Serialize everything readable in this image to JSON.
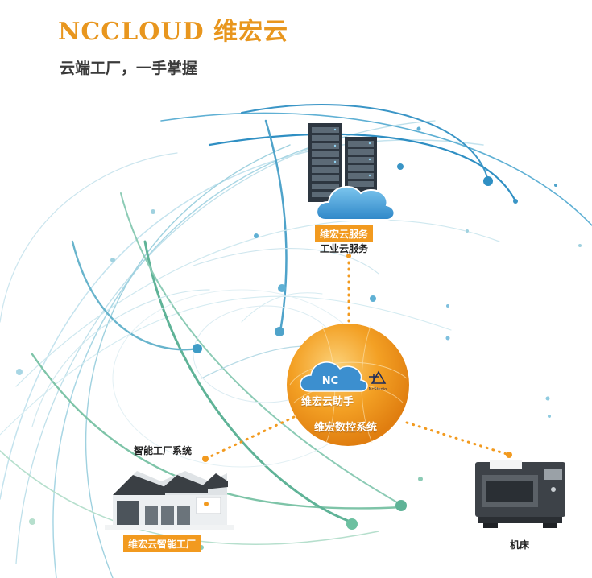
{
  "brand": {
    "title": "NCCLOUD 维宏云",
    "tagline": "云端工厂，一手掌握"
  },
  "nodes": {
    "cloud_service": {
      "tag": "维宏云服务",
      "label": "工业云服务"
    },
    "assistant": {
      "tag": "维宏云助手",
      "label": "维宏数控系统",
      "logo_text": "NC",
      "small_logo_text": "NcStudio"
    },
    "factory": {
      "label": "智能工厂系统",
      "tag": "维宏云智能工厂"
    },
    "machine": {
      "label": "机床"
    }
  },
  "colors": {
    "accent": "#f29a1f",
    "brand": "#e8961e",
    "network_blue": "#3ea0c8",
    "network_green": "#6cc0a0"
  }
}
